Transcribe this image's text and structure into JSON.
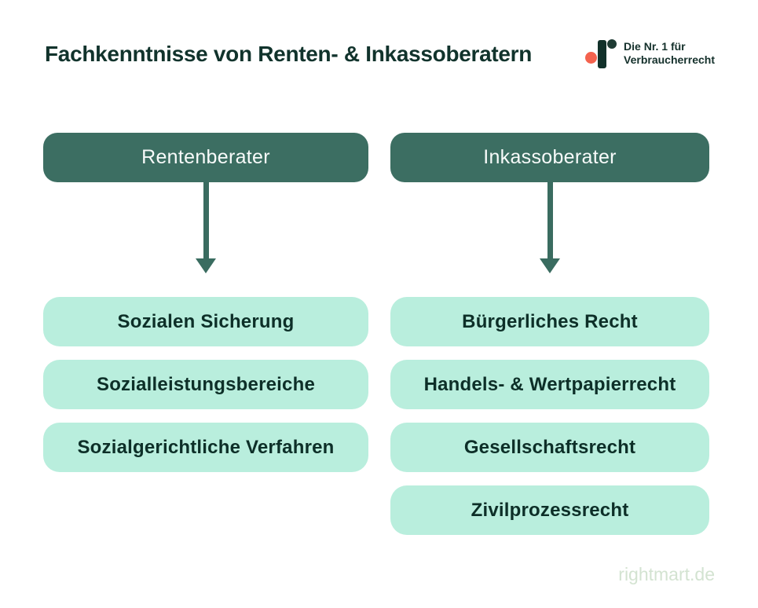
{
  "title": "Fachkenntnisse von Renten- & Inkassoberatern",
  "logo": {
    "tagline_line1": "Die Nr. 1 für",
    "tagline_line2": "Verbraucherrecht",
    "mark_icons": [
      "coral-dot",
      "vertical-bar",
      "dark-dot"
    ],
    "colors": {
      "coral": "#F4624E",
      "bar": "#12312A",
      "dot": "#1E3B33"
    }
  },
  "diagram": {
    "columns": [
      {
        "header": "Rentenberater",
        "items": [
          "Sozialen Sicherung",
          "Sozialleistungsbereiche",
          "Sozialgerichtliche Verfahren"
        ]
      },
      {
        "header": "Inkassoberater",
        "items": [
          "Bürgerliches Recht",
          "Handels- & Wertpapierrecht",
          "Gesellschaftsrecht",
          "Zivilprozessrecht"
        ]
      }
    ],
    "colors": {
      "header_bg": "#3C6E62",
      "header_text": "#FFFFFF",
      "item_bg": "#B9EEDD",
      "item_text": "#0D2F28",
      "arrow": "#3A6C60",
      "title_text": "#11332C"
    }
  },
  "footer": {
    "website": "rightmart.de",
    "color": "#D3E3D1"
  }
}
